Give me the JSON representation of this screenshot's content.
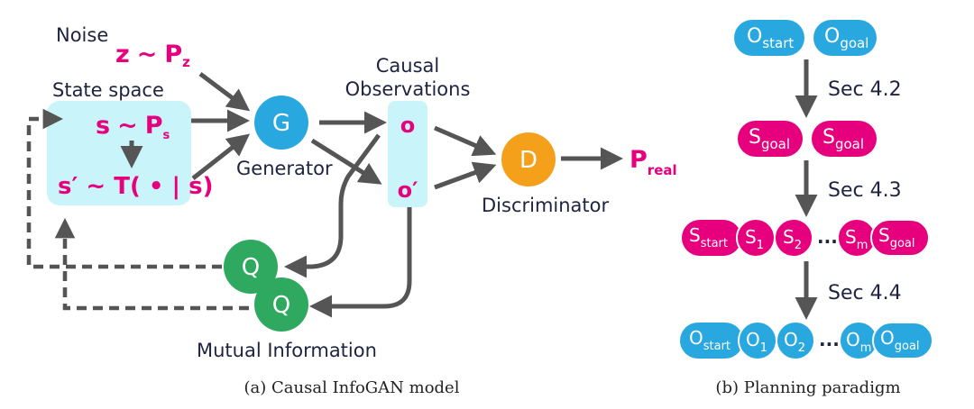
{
  "left": {
    "noise_label": "Noise",
    "noise_var": "z",
    "noise_dist": "P",
    "noise_sub": "z",
    "tilde": "~",
    "state_space_label": "State space",
    "state_s": "s",
    "state_p": "P",
    "state_p_sub": "s",
    "transition": "s′ ~ T( • | s)",
    "generator_letter": "G",
    "generator_label": "Generator",
    "causal_label_line1": "Causal",
    "causal_label_line2": "Observations",
    "obs_o": "o",
    "obs_o_prime": "o′",
    "discriminator_letter": "D",
    "discriminator_label": "Discriminator",
    "p_real": "P",
    "p_real_sub": "real",
    "q_letter": "Q",
    "mutual_info_label": "Mutual Information",
    "caption": "(a) Causal InfoGAN model"
  },
  "right": {
    "row1": [
      {
        "base": "O",
        "sub": "start"
      },
      {
        "base": "O",
        "sub": "goal"
      }
    ],
    "sec1": "Sec 4.2",
    "row2": [
      {
        "base": "S",
        "sub": "goal"
      },
      {
        "base": "S",
        "sub": "goal"
      }
    ],
    "sec2": "Sec 4.3",
    "row3": [
      {
        "base": "S",
        "sub": "start"
      },
      {
        "base": "S",
        "sub": "1"
      },
      {
        "base": "S",
        "sub": "2"
      },
      {
        "base": "S",
        "sub": "m"
      },
      {
        "base": "S",
        "sub": "goal"
      }
    ],
    "row3_dots": "...",
    "sec3": "Sec 4.4",
    "row4": [
      {
        "base": "O",
        "sub": "start"
      },
      {
        "base": "O",
        "sub": "1"
      },
      {
        "base": "O",
        "sub": "2"
      },
      {
        "base": "O",
        "sub": "m"
      },
      {
        "base": "O",
        "sub": "goal"
      }
    ],
    "row4_dots": "...",
    "caption": "(b) Planning paradigm"
  },
  "colors": {
    "magenta": "#e6007e",
    "blue": "#29a8e0",
    "cyan_box": "#c8f4fa",
    "green": "#2fa860",
    "orange": "#f5a01a",
    "arrow": "#555555",
    "text": "#1f2340"
  }
}
